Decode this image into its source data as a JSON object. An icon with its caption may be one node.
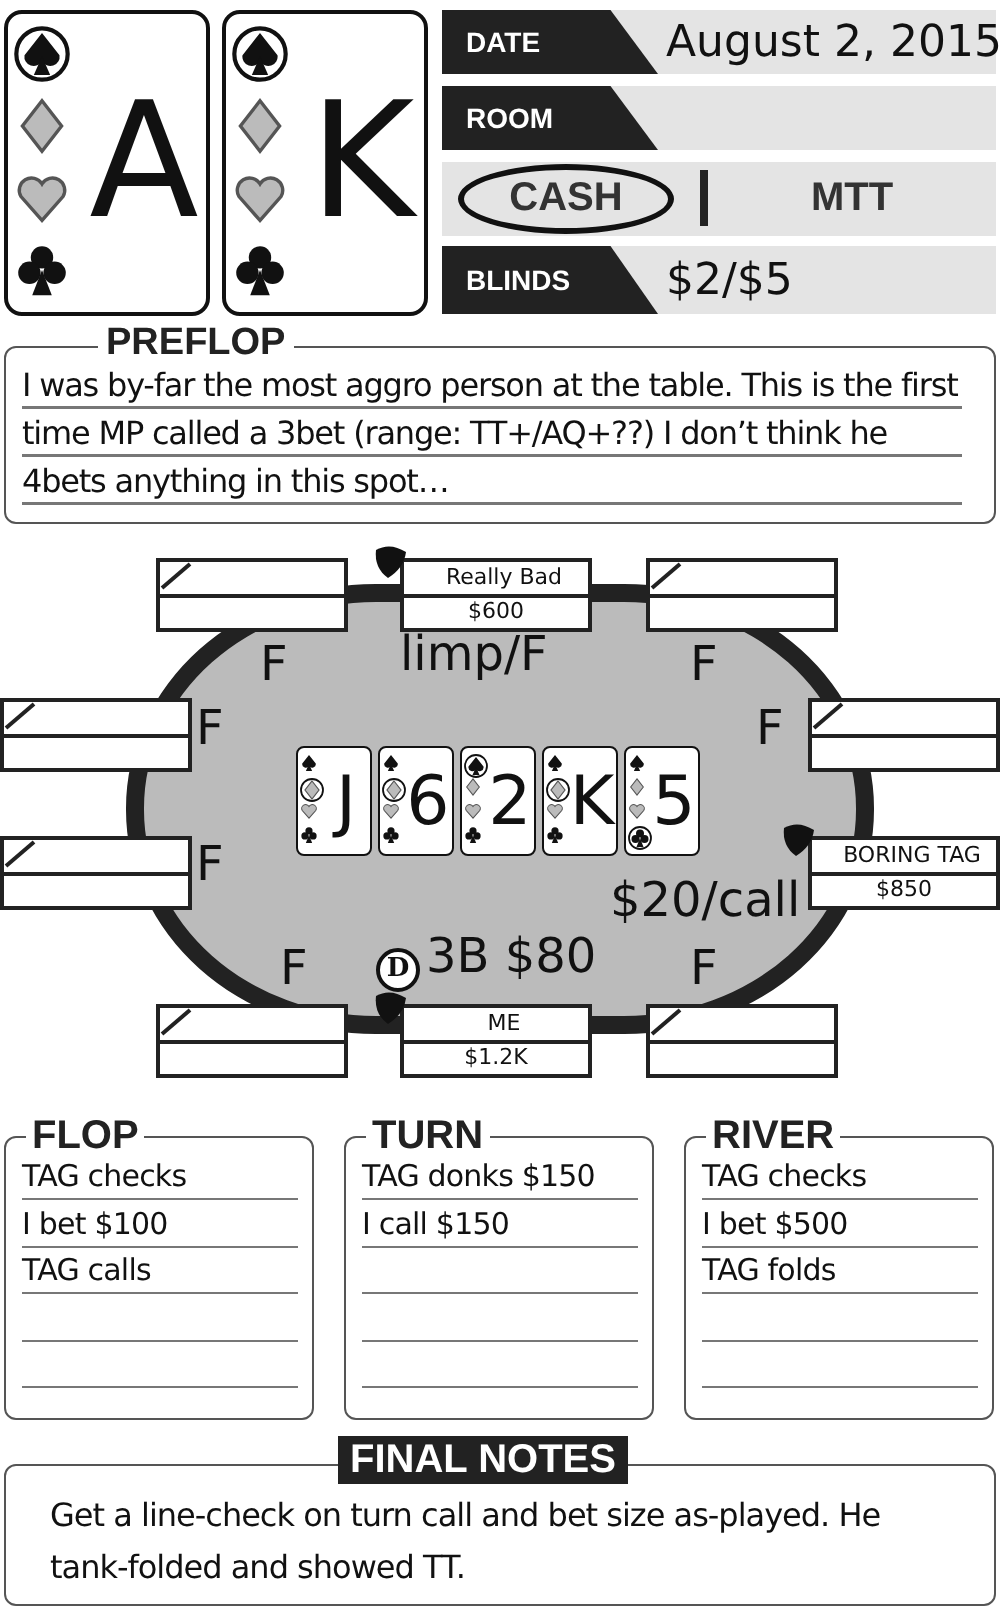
{
  "diagram": {
    "nodes": [
      {
        "text": [
          "A"
        ]
      },
      {
        "text": [
          "K"
        ]
      },
      {
        "text": [
          "DATE",
          "August 2, 2015"
        ]
      },
      {
        "text": [
          "ROOM"
        ]
      },
      {
        "text": [
          "CASH",
          "MTT"
        ]
      },
      {
        "text": [
          "BLINDS",
          "$2/$5"
        ]
      },
      {
        "text": [
          "PREFLOP",
          "I was by-far the most aggro person at the table. This is the first time MP called a 3bet (range: TT+/AQ+??) I don’t think he 4bets anything in this spot…"
        ]
      },
      {
        "text": [],
        "shape": "box"
      },
      {
        "text": [
          "Really Bad",
          "$600"
        ]
      },
      {
        "text": [],
        "shape": "box"
      },
      {
        "text": [],
        "shape": "oval"
      },
      {
        "text": [],
        "shape": "box"
      },
      {
        "text": [],
        "shape": "box"
      },
      {
        "text": [
          "J"
        ],
        "in": 10
      },
      {
        "text": [
          "6"
        ],
        "in": 10
      },
      {
        "text": [
          "2"
        ],
        "in": 10
      },
      {
        "text": [
          "K"
        ],
        "in": 10
      },
      {
        "text": [
          "5"
        ],
        "in": 10
      },
      {
        "text": [],
        "shape": "box"
      },
      {
        "text": [
          "BORING TAG",
          "$850"
        ]
      },
      {
        "text": [
          "D"
        ],
        "in": 10
      },
      {
        "text": [],
        "shape": "box"
      },
      {
        "text": [
          "ME",
          "$1.2K"
        ]
      },
      {
        "text": [],
        "shape": "box"
      },
      {
        "text": [
          "FLOP",
          "TAG checks",
          "I bet $100",
          "TAG calls"
        ]
      },
      {
        "text": [
          "TURN",
          "TAG donks $150",
          "I call $150"
        ]
      },
      {
        "text": [
          "RIVER",
          "TAG checks",
          "I bet $500",
          "TAG folds"
        ]
      },
      {
        "text": [
          "FINAL NOTES",
          "Get a line-check on turn call and bet size as-played. He tank-folded and showed TT."
        ]
      }
    ],
    "labels": [
      "F",
      "limp/F",
      "F",
      "F",
      "F",
      "F",
      "$20/call",
      "F",
      "3B $80",
      "F"
    ]
  }
}
